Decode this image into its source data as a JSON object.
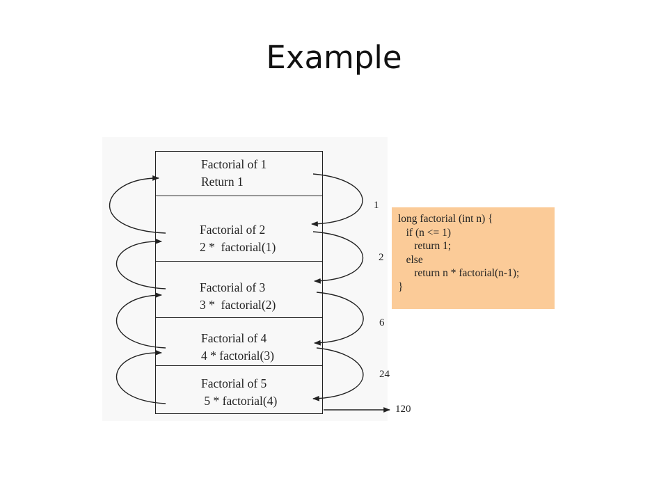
{
  "slide": {
    "title": "Example"
  },
  "frames": [
    {
      "line1": "Factorial of 1",
      "line2": "Return 1"
    },
    {
      "line1": "Factorial of 2",
      "line2": "2 *  factorial(1)"
    },
    {
      "line1": "Factorial of 3",
      "line2": "3 *  factorial(2)"
    },
    {
      "line1": "Factorial of 4",
      "line2": "4 * factorial(3)"
    },
    {
      "line1": "Factorial of 5",
      "line2": " 5 * factorial(4)"
    }
  ],
  "return_values": [
    "1",
    "2",
    "6",
    "24",
    "120"
  ],
  "code": [
    "long factorial (int n) {",
    "   if (n <= 1)",
    "      return 1;",
    "   else",
    "      return n * factorial(n-1);",
    "}"
  ],
  "colors": {
    "code_background": "#fbcb98",
    "stroke": "#222222"
  }
}
